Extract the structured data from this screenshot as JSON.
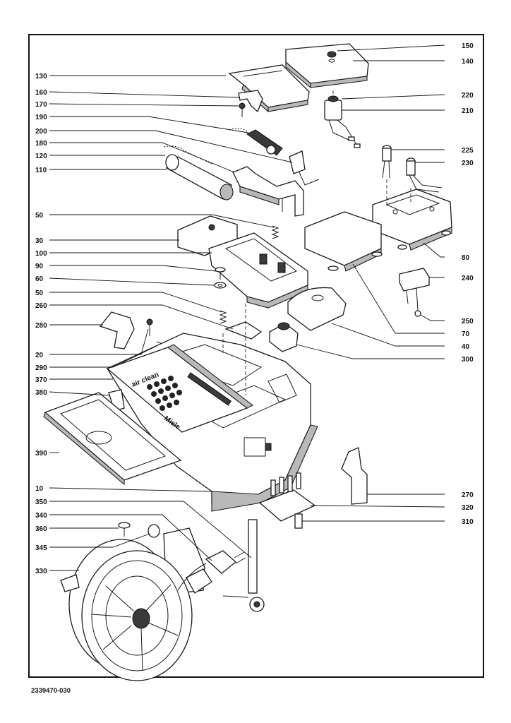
{
  "labels_left": [
    "130",
    "160",
    "170",
    "190",
    "200",
    "180",
    "120",
    "110",
    "50",
    "30",
    "100",
    "90",
    "60",
    "50",
    "260",
    "280",
    "20",
    "290",
    "370",
    "380",
    "390",
    "10",
    "350",
    "340",
    "360",
    "345",
    "330"
  ],
  "labels_right": [
    "150",
    "140",
    "220",
    "210",
    "225",
    "230",
    "80",
    "240",
    "250",
    "70",
    "40",
    "300",
    "270",
    "320",
    "310"
  ],
  "panel_text": {
    "brand_line1": "air clean",
    "brand_line2": "Miele"
  },
  "document_number": "2339470-030"
}
